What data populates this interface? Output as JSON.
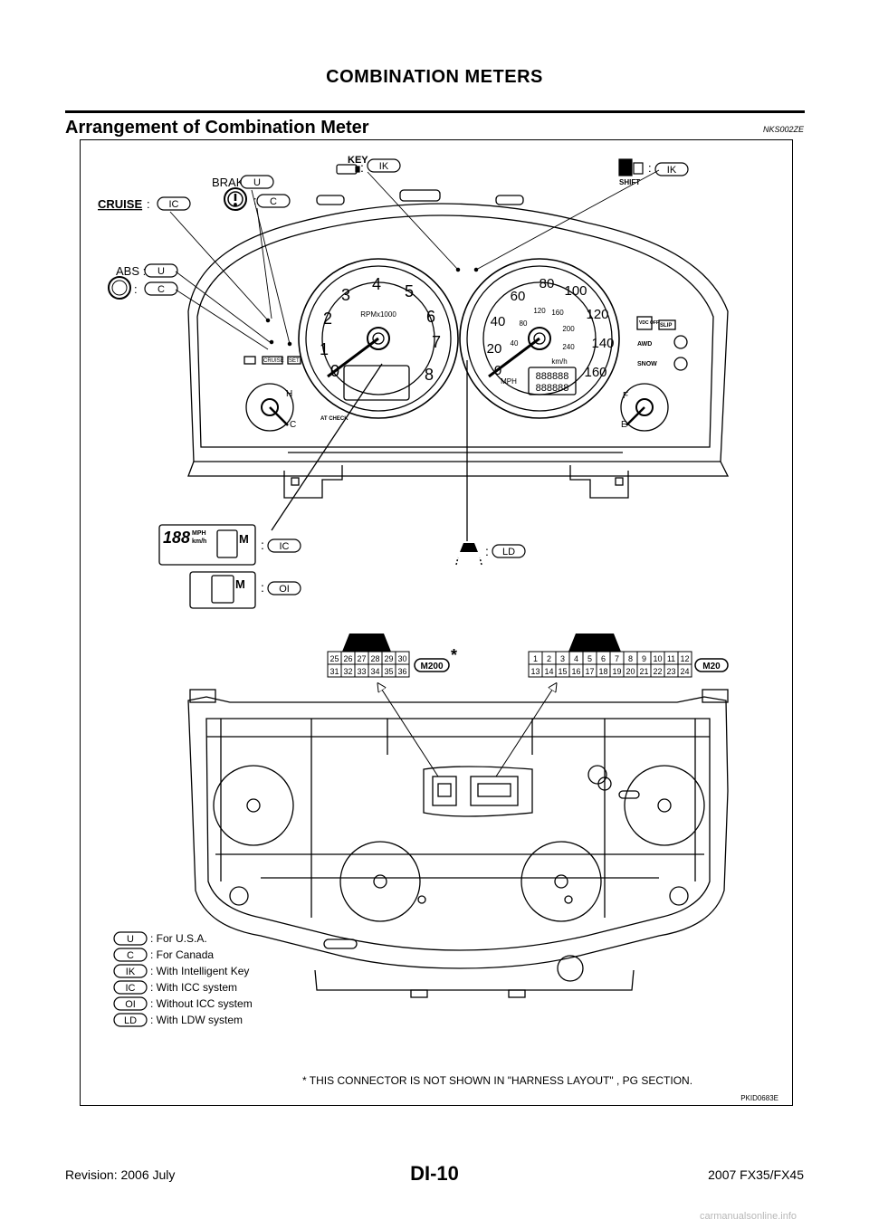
{
  "header": {
    "title": "COMBINATION METERS"
  },
  "section": {
    "title": "Arrangement of Combination Meter",
    "code": "NKS002ZE"
  },
  "figure": {
    "callouts": {
      "key": "KEY",
      "brake": "BRAKE :",
      "cruise": "CRUISE",
      "abs": "ABS :",
      "shift": "SHIFT",
      "colon": ":"
    },
    "badges": {
      "ik": "IK",
      "u": "U",
      "c": "C",
      "ic": "IC",
      "oi": "OI",
      "ld": "LD"
    },
    "tachometer": {
      "unit": "RPMx1000",
      "ticks": [
        "0",
        "1",
        "2",
        "3",
        "4",
        "5",
        "6",
        "7",
        "8"
      ],
      "warning": "AT\nCHECK"
    },
    "speedometer": {
      "mph_ticks": [
        "0",
        "20",
        "40",
        "60",
        "80",
        "100",
        "120",
        "140",
        "160"
      ],
      "kmh_ticks": [
        "40",
        "80",
        "120",
        "160",
        "200",
        "240"
      ],
      "unit_mph": "MPH",
      "unit_kmh": "km/h",
      "odometer": "888888"
    },
    "indicators": {
      "cruise": "CRUISE",
      "set": "SET",
      "vdc_off": "VDC\nOFF",
      "slip": "SLIP",
      "awd": "AWD",
      "snow": "SNOW"
    },
    "temp_gauge": {
      "high": "H",
      "low": "C"
    },
    "fuel_gauge": {
      "full": "F",
      "empty": "E"
    },
    "display": {
      "mph": "MPH",
      "kmh": "km/h",
      "digits": "188",
      "gear_mark": "M"
    },
    "connectors": {
      "m200": {
        "label": "M200",
        "asterisk": "*",
        "top_row": [
          "25",
          "26",
          "27",
          "28",
          "29",
          "30"
        ],
        "bottom_row": [
          "31",
          "32",
          "33",
          "34",
          "35",
          "36"
        ]
      },
      "m20": {
        "label": "M20",
        "top_row": [
          "1",
          "2",
          "3",
          "4",
          "5",
          "6",
          "7",
          "8",
          "9",
          "10",
          "11",
          "12"
        ],
        "bottom_row": [
          "13",
          "14",
          "15",
          "16",
          "17",
          "18",
          "19",
          "20",
          "21",
          "22",
          "23",
          "24"
        ]
      }
    },
    "legend": [
      {
        "badge": "U",
        "text": ": For U.S.A."
      },
      {
        "badge": "C",
        "text": ": For Canada"
      },
      {
        "badge": "IK",
        "text": ": With Intelligent Key"
      },
      {
        "badge": "IC",
        "text": ": With ICC system"
      },
      {
        "badge": "OI",
        "text": ": Without ICC system"
      },
      {
        "badge": "LD",
        "text": ": With LDW system"
      }
    ],
    "note": "* THIS CONNECTOR IS NOT SHOWN IN \"HARNESS LAYOUT\" , PG SECTION.",
    "image_code": "PKID0683E"
  },
  "footer": {
    "revision": "Revision: 2006 July",
    "page": "DI-10",
    "model": "2007 FX35/FX45"
  },
  "watermark": "carmanualsonline.info"
}
